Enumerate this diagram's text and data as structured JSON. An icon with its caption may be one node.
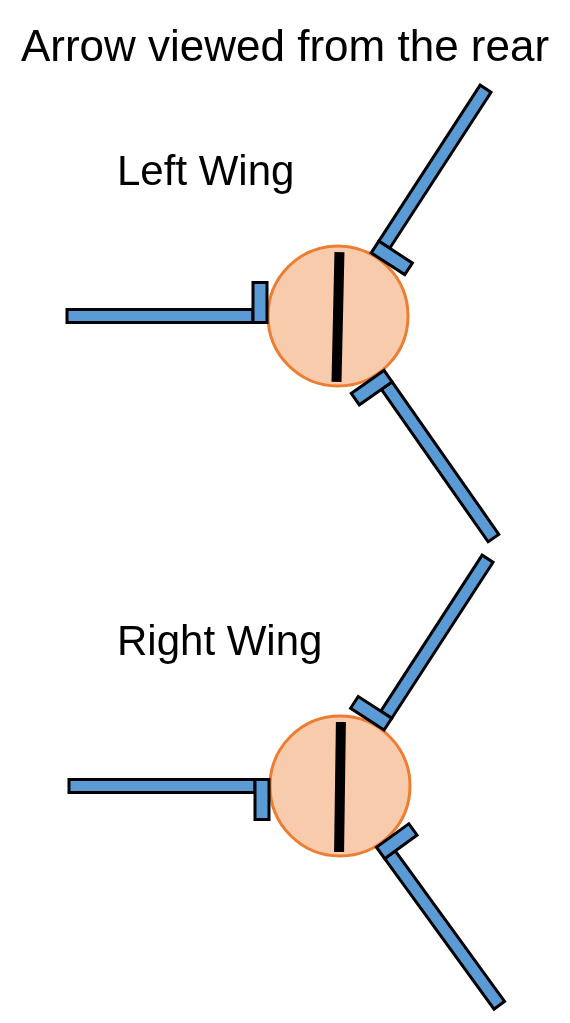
{
  "diagram": {
    "title": "Arrow viewed from the rear",
    "labels": [
      "Left Wing",
      "Right Wing"
    ]
  }
}
